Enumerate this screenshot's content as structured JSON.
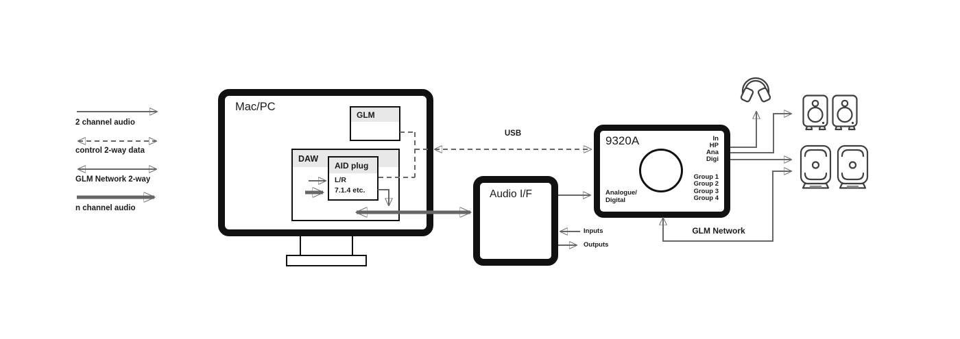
{
  "legend": {
    "items": [
      {
        "label": "2 channel audio",
        "arrow": "thin-right"
      },
      {
        "label": "control 2-way data",
        "arrow": "dashed-two-way"
      },
      {
        "label": "GLM Network 2-way",
        "arrow": "thin-two-way"
      },
      {
        "label": "n channel audio",
        "arrow": "thick-right"
      }
    ]
  },
  "computer": {
    "title": "Mac/PC",
    "glm_app": {
      "title": "GLM"
    },
    "daw": {
      "title": "DAW",
      "aid_plugin": {
        "title": "AID plug",
        "line1": "L/R",
        "line2": "7.1.4 etc."
      }
    }
  },
  "audio_interface": {
    "title": "Audio I/F",
    "inputs_label": "Inputs",
    "outputs_label": "Outputs"
  },
  "volume_controller": {
    "title": "9320A",
    "right_ports": [
      "In",
      "HP",
      "Ana",
      "Digi"
    ],
    "groups": [
      "Group 1",
      "Group 2",
      "Group 3",
      "Group 4"
    ],
    "input_label_line1": "Analogue/",
    "input_label_line2": "Digital"
  },
  "connections": {
    "usb_label": "USB",
    "glm_network_label": "GLM Network"
  },
  "colors": {
    "line": "#666666",
    "box_border": "#111111",
    "header_band": "#e8e8e8",
    "icon": "#3f3f3f",
    "text": "#1a1a1a",
    "speaker_pad": "#8a8a8a"
  }
}
